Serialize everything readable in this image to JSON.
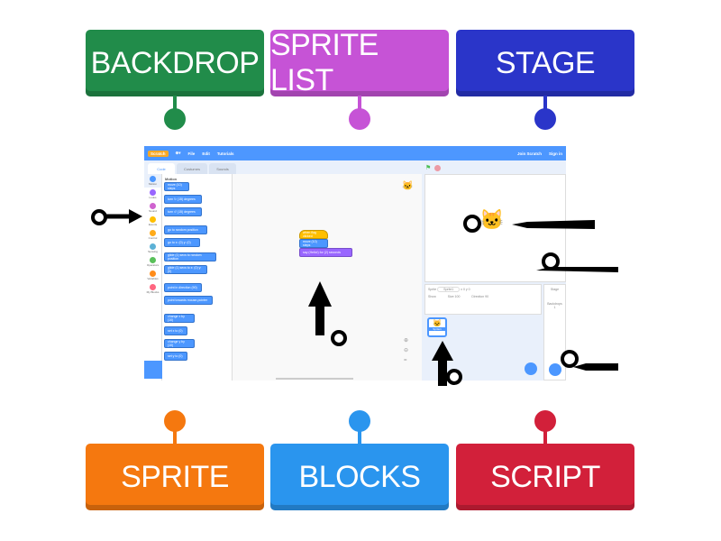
{
  "labels_top": [
    {
      "text": "BACKDROP",
      "color": "#218c4a"
    },
    {
      "text": "SPRITE LIST",
      "color": "#c653d6"
    },
    {
      "text": "STAGE",
      "color": "#2a35c9"
    }
  ],
  "labels_bottom": [
    {
      "text": "SPRITE",
      "color": "#f5780f"
    },
    {
      "text": "BLOCKS",
      "color": "#2a95ee"
    },
    {
      "text": "SCRIPT",
      "color": "#d2203a"
    }
  ],
  "scratch": {
    "menu": {
      "logo": "Scratch",
      "file": "File",
      "edit": "Edit",
      "tutorials": "Tutorials",
      "join": "Join Scratch",
      "signin": "Sign in"
    },
    "tabs": {
      "code": "Code",
      "costumes": "Costumes",
      "sounds": "Sounds"
    },
    "categories": [
      {
        "label": "Motion",
        "color": "#4c97ff"
      },
      {
        "label": "Looks",
        "color": "#9966ff"
      },
      {
        "label": "Sound",
        "color": "#cf63cf"
      },
      {
        "label": "Events",
        "color": "#ffbf00"
      },
      {
        "label": "Control",
        "color": "#ffab19"
      },
      {
        "label": "Sensing",
        "color": "#5cb1d6"
      },
      {
        "label": "Operators",
        "color": "#59c059"
      },
      {
        "label": "Variables",
        "color": "#ff8c1a"
      },
      {
        "label": "My Blocks",
        "color": "#ff6680"
      }
    ],
    "palette_title": "Motion",
    "blocks": [
      "move (10) steps",
      "turn ↻ (15) degrees",
      "turn ↺ (15) degrees",
      "go to random position",
      "go to x: (0) y: (0)",
      "glide (1) secs to random position",
      "glide (1) secs to x: (0) y: (0)",
      "point in direction (90)",
      "point towards mouse-pointer",
      "change x by (10)",
      "set x to (0)",
      "change y by (10)",
      "set y to (0)"
    ],
    "script": [
      "when flag clicked",
      "move (10) steps",
      "say (Hello!) for (2) seconds"
    ],
    "sprite_info": {
      "sprite_label": "Sprite",
      "sprite_name": "Sprite1",
      "x_label": "x",
      "x": "0",
      "y_label": "y",
      "y": "0",
      "show_label": "Show",
      "size_label": "Size",
      "size": "100",
      "direction_label": "Direction",
      "direction": "90"
    },
    "sprite_thumb": "Sprite1",
    "stage_col": {
      "title": "Stage",
      "backdrops_label": "Backdrops",
      "backdrops": "1"
    }
  }
}
